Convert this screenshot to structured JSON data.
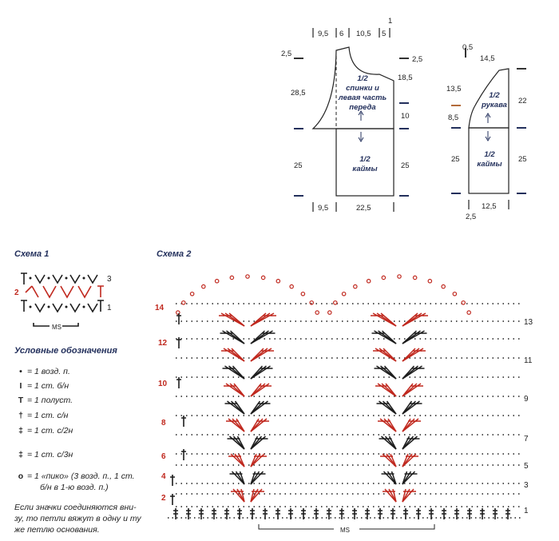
{
  "schematic_top": {
    "widths_top": [
      "9,5",
      "6",
      "10,5",
      "5"
    ],
    "top_one": "1",
    "left_25a": "2,5",
    "right_25a": "2,5",
    "left_285": "28,5",
    "right_185": "18,5",
    "right_10": "10",
    "left_25": "25",
    "right_25": "25",
    "body_label": [
      "1/2",
      "спинки и",
      "левая часть",
      "переда"
    ],
    "hem_label": [
      "1/2",
      "каймы"
    ],
    "bottom": [
      "9,5",
      "22,5"
    ]
  },
  "schematic_sleeve": {
    "top_05": "0,5",
    "top_145": "14,5",
    "left_135": "13,5",
    "left_85": "8,5",
    "right_22": "22",
    "left_25": "25",
    "right_25": "25",
    "sleeve_label": [
      "1/2",
      "рукава"
    ],
    "hem_label": [
      "1/2",
      "каймы"
    ],
    "bottom_25": "2,5",
    "bottom_125": "12,5"
  },
  "scheme1": {
    "title": "Схема 1",
    "row_left": "2",
    "row_right_top": "3",
    "row_right_bottom": "1",
    "ms": "MS"
  },
  "scheme2": {
    "title": "Схема 2",
    "rows_left": [
      "14",
      "12",
      "10",
      "8",
      "6",
      "4",
      "2"
    ],
    "rows_right": [
      "13",
      "11",
      "9",
      "7",
      "5",
      "3",
      "1"
    ],
    "ms": "MS"
  },
  "legend": {
    "title": "Условные обозначения",
    "items": [
      "= 1 возд. п.",
      "= 1 ст. б/н",
      "= 1 полуст.",
      "= 1 ст. с/н",
      "= 1 ст. с/2н",
      "= 1 ст. с/3н",
      "= 1 «пико» (3 возд. п., 1 ст.",
      "б/н в 1-ю возд. п.)"
    ],
    "note": [
      "Если значки соединяются вни-",
      "зу, то петли вяжут в одну и ту",
      "же петлю основания."
    ]
  },
  "colors": {
    "red": "#c0281e",
    "dark": "#1d1d1d",
    "navy": "#23305c"
  }
}
